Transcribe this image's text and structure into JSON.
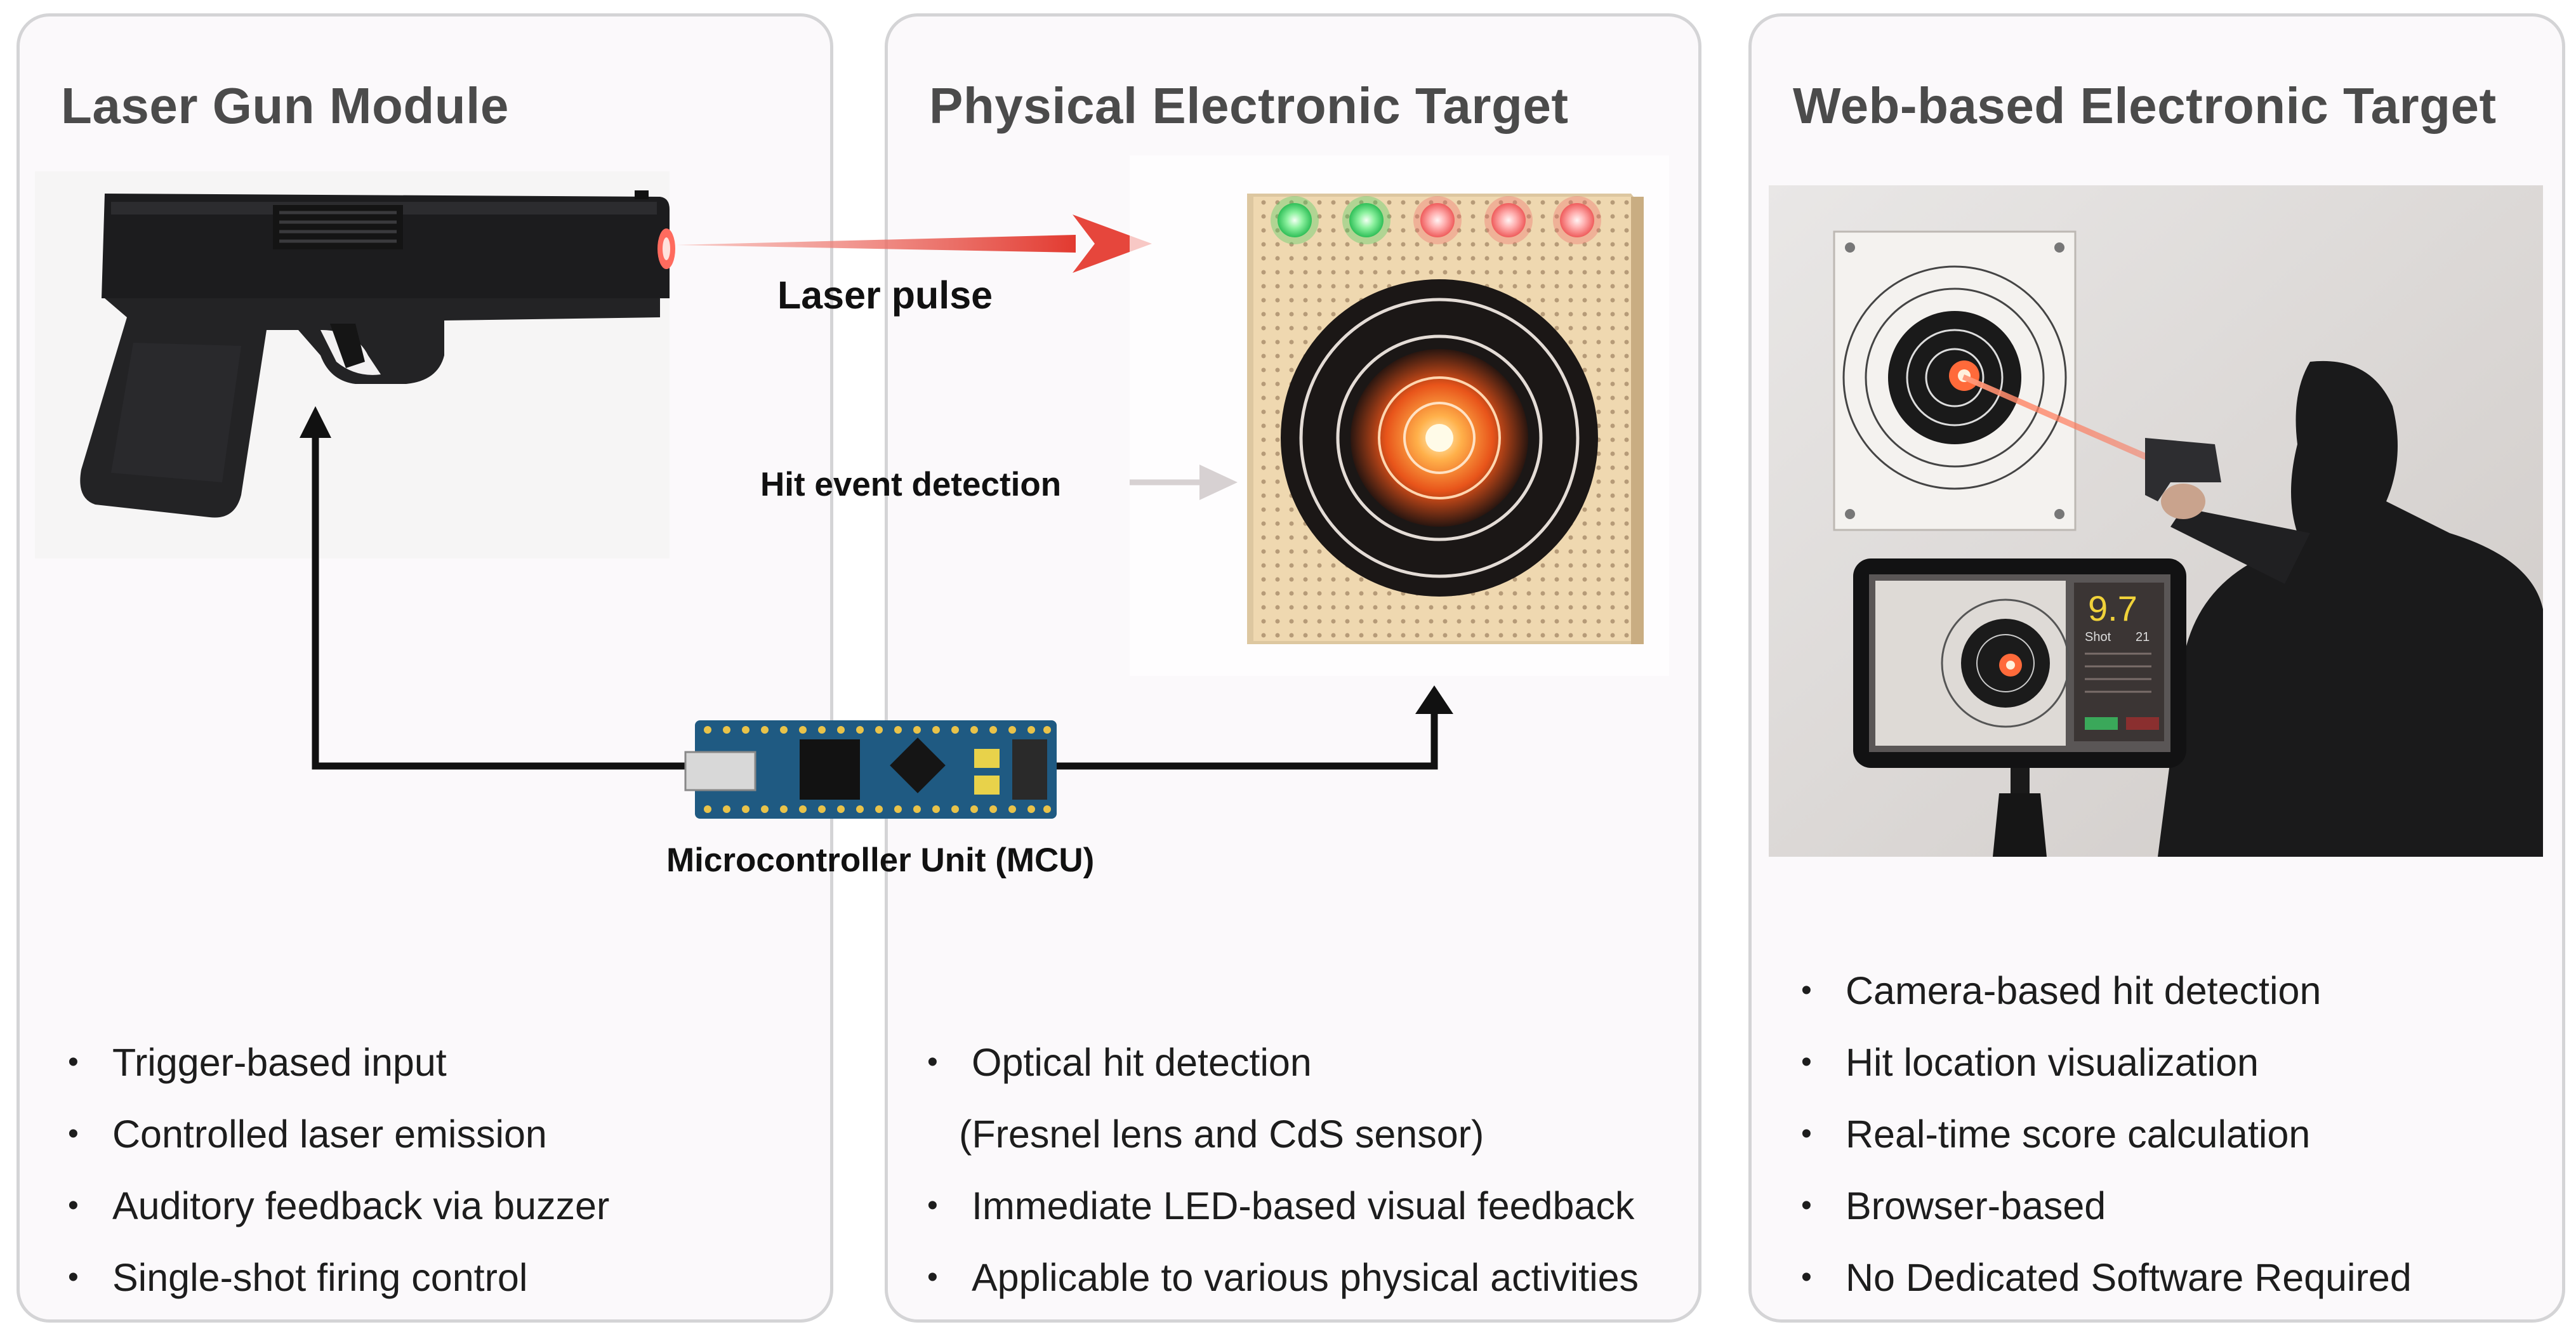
{
  "panels": [
    {
      "title": "Laser Gun Module",
      "bullets": [
        "Trigger-based input",
        "Controlled laser emission",
        "Auditory feedback via buzzer",
        "Single-shot firing control"
      ]
    },
    {
      "title": "Physical Electronic Target",
      "bullets": [
        "Optical hit detection",
        "(Fresnel lens and CdS sensor)",
        "Immediate LED-based visual feedback",
        "Applicable to various physical activities"
      ]
    },
    {
      "title": "Web-based Electronic Target",
      "bullets": [
        "Camera-based hit detection",
        "Hit location visualization",
        "Real-time score calculation",
        "Browser-based",
        "No Dedicated Software Required"
      ]
    }
  ],
  "labels": {
    "laser_pulse": "Laser pulse",
    "hit_event": "Hit event detection",
    "mcu": "Microcontroller Unit (MCU)"
  },
  "tablet": {
    "score": "9.7",
    "shot_label": "Shot",
    "shot_number": "21"
  },
  "colors": {
    "laser": "#e8413a",
    "led_green": "#3ecf5e",
    "led_red": "#f26a6a",
    "pcb": "#1f5a82",
    "target_center": "#ff7a22"
  }
}
